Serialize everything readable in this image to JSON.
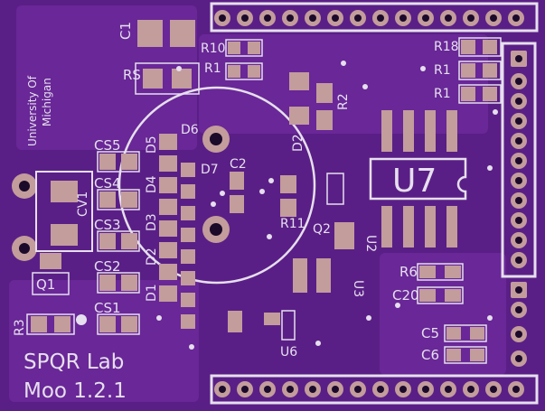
{
  "board": {
    "university": [
      "University Of",
      "Michigan"
    ],
    "footer": [
      "SPQR Lab",
      "Moo 1.2.1"
    ]
  },
  "labels": {
    "C1": "C1",
    "R10": "R10",
    "RS": "RS",
    "R1_left": "R1",
    "R18": "R18",
    "R_top_right": "R1",
    "R1_right": "R1",
    "R2": "R2",
    "D6": "D6",
    "D7": "D7",
    "C2": "C2",
    "CS5": "CS5",
    "CS4": "CS4",
    "CS3": "CS3",
    "CS2": "CS2",
    "CS1": "CS1",
    "D5": "D5",
    "D4": "D4",
    "D3": "D3",
    "D2": "D2",
    "D1": "D1",
    "CV1": "CV1",
    "Q1": "Q1",
    "Q2": "Q2",
    "R3": "R3",
    "R11": "R11",
    "U2": "U2",
    "U3": "U3",
    "U6": "U6",
    "U7": "U7",
    "R6": "R6",
    "C20": "C20",
    "C5": "C5",
    "C6": "C6",
    "D_mid": "D2"
  },
  "colors": {
    "board": "#5a1f86",
    "copper": "#6a2898",
    "pad": "#c39c9c",
    "silk": "#e6dfee",
    "hole": "#1b0a2a"
  }
}
